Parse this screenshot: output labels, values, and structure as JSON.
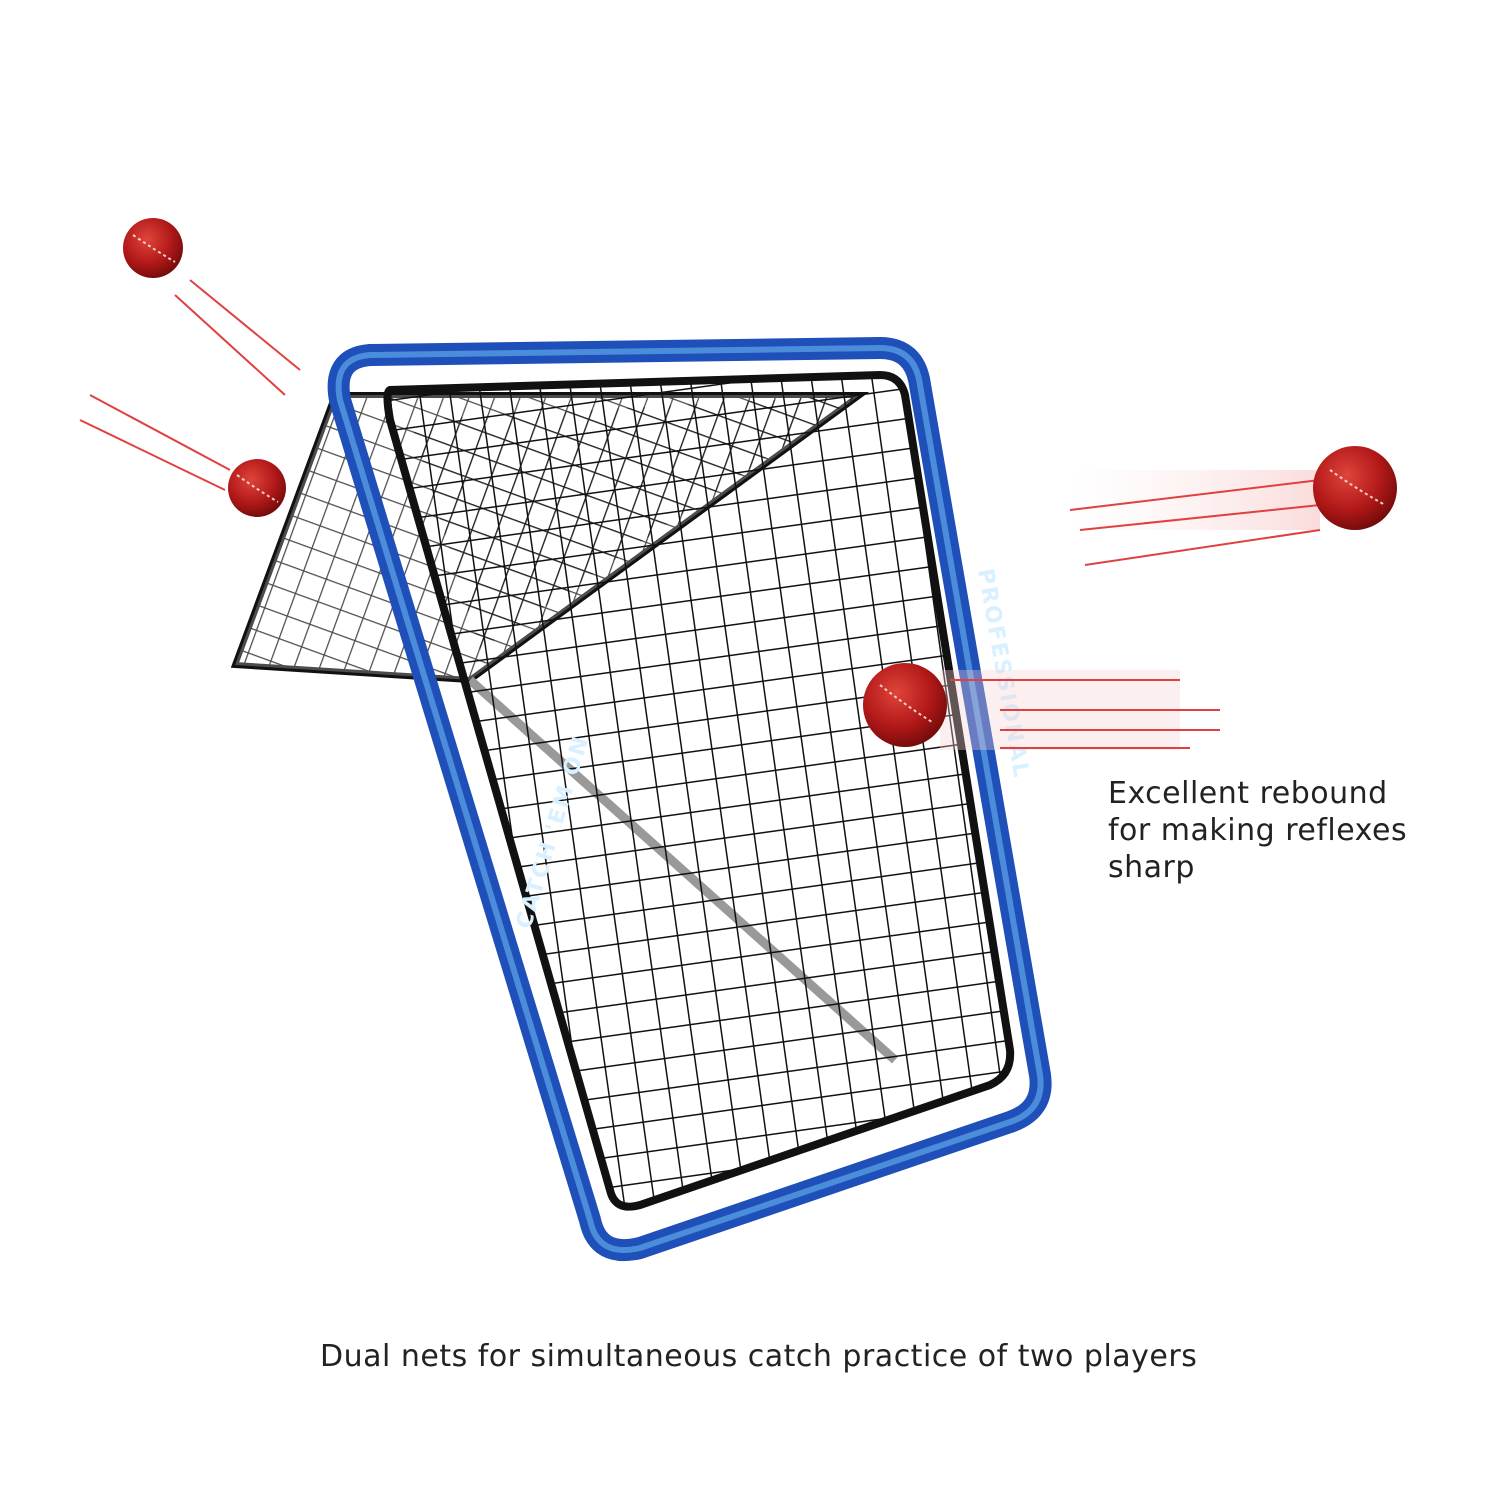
{
  "product": {
    "frame_label_left": "CATCH 'EM ON",
    "frame_label_right": "PROFESSIONAL",
    "frame_color": "#1f4fb8",
    "ball_color": "#b01818"
  },
  "captions": {
    "rebound_line1": "Excellent rebound",
    "rebound_line2": "for making reflexes",
    "rebound_line3": "sharp",
    "dual_nets": "Dual nets for simultaneous catch practice of two players"
  }
}
